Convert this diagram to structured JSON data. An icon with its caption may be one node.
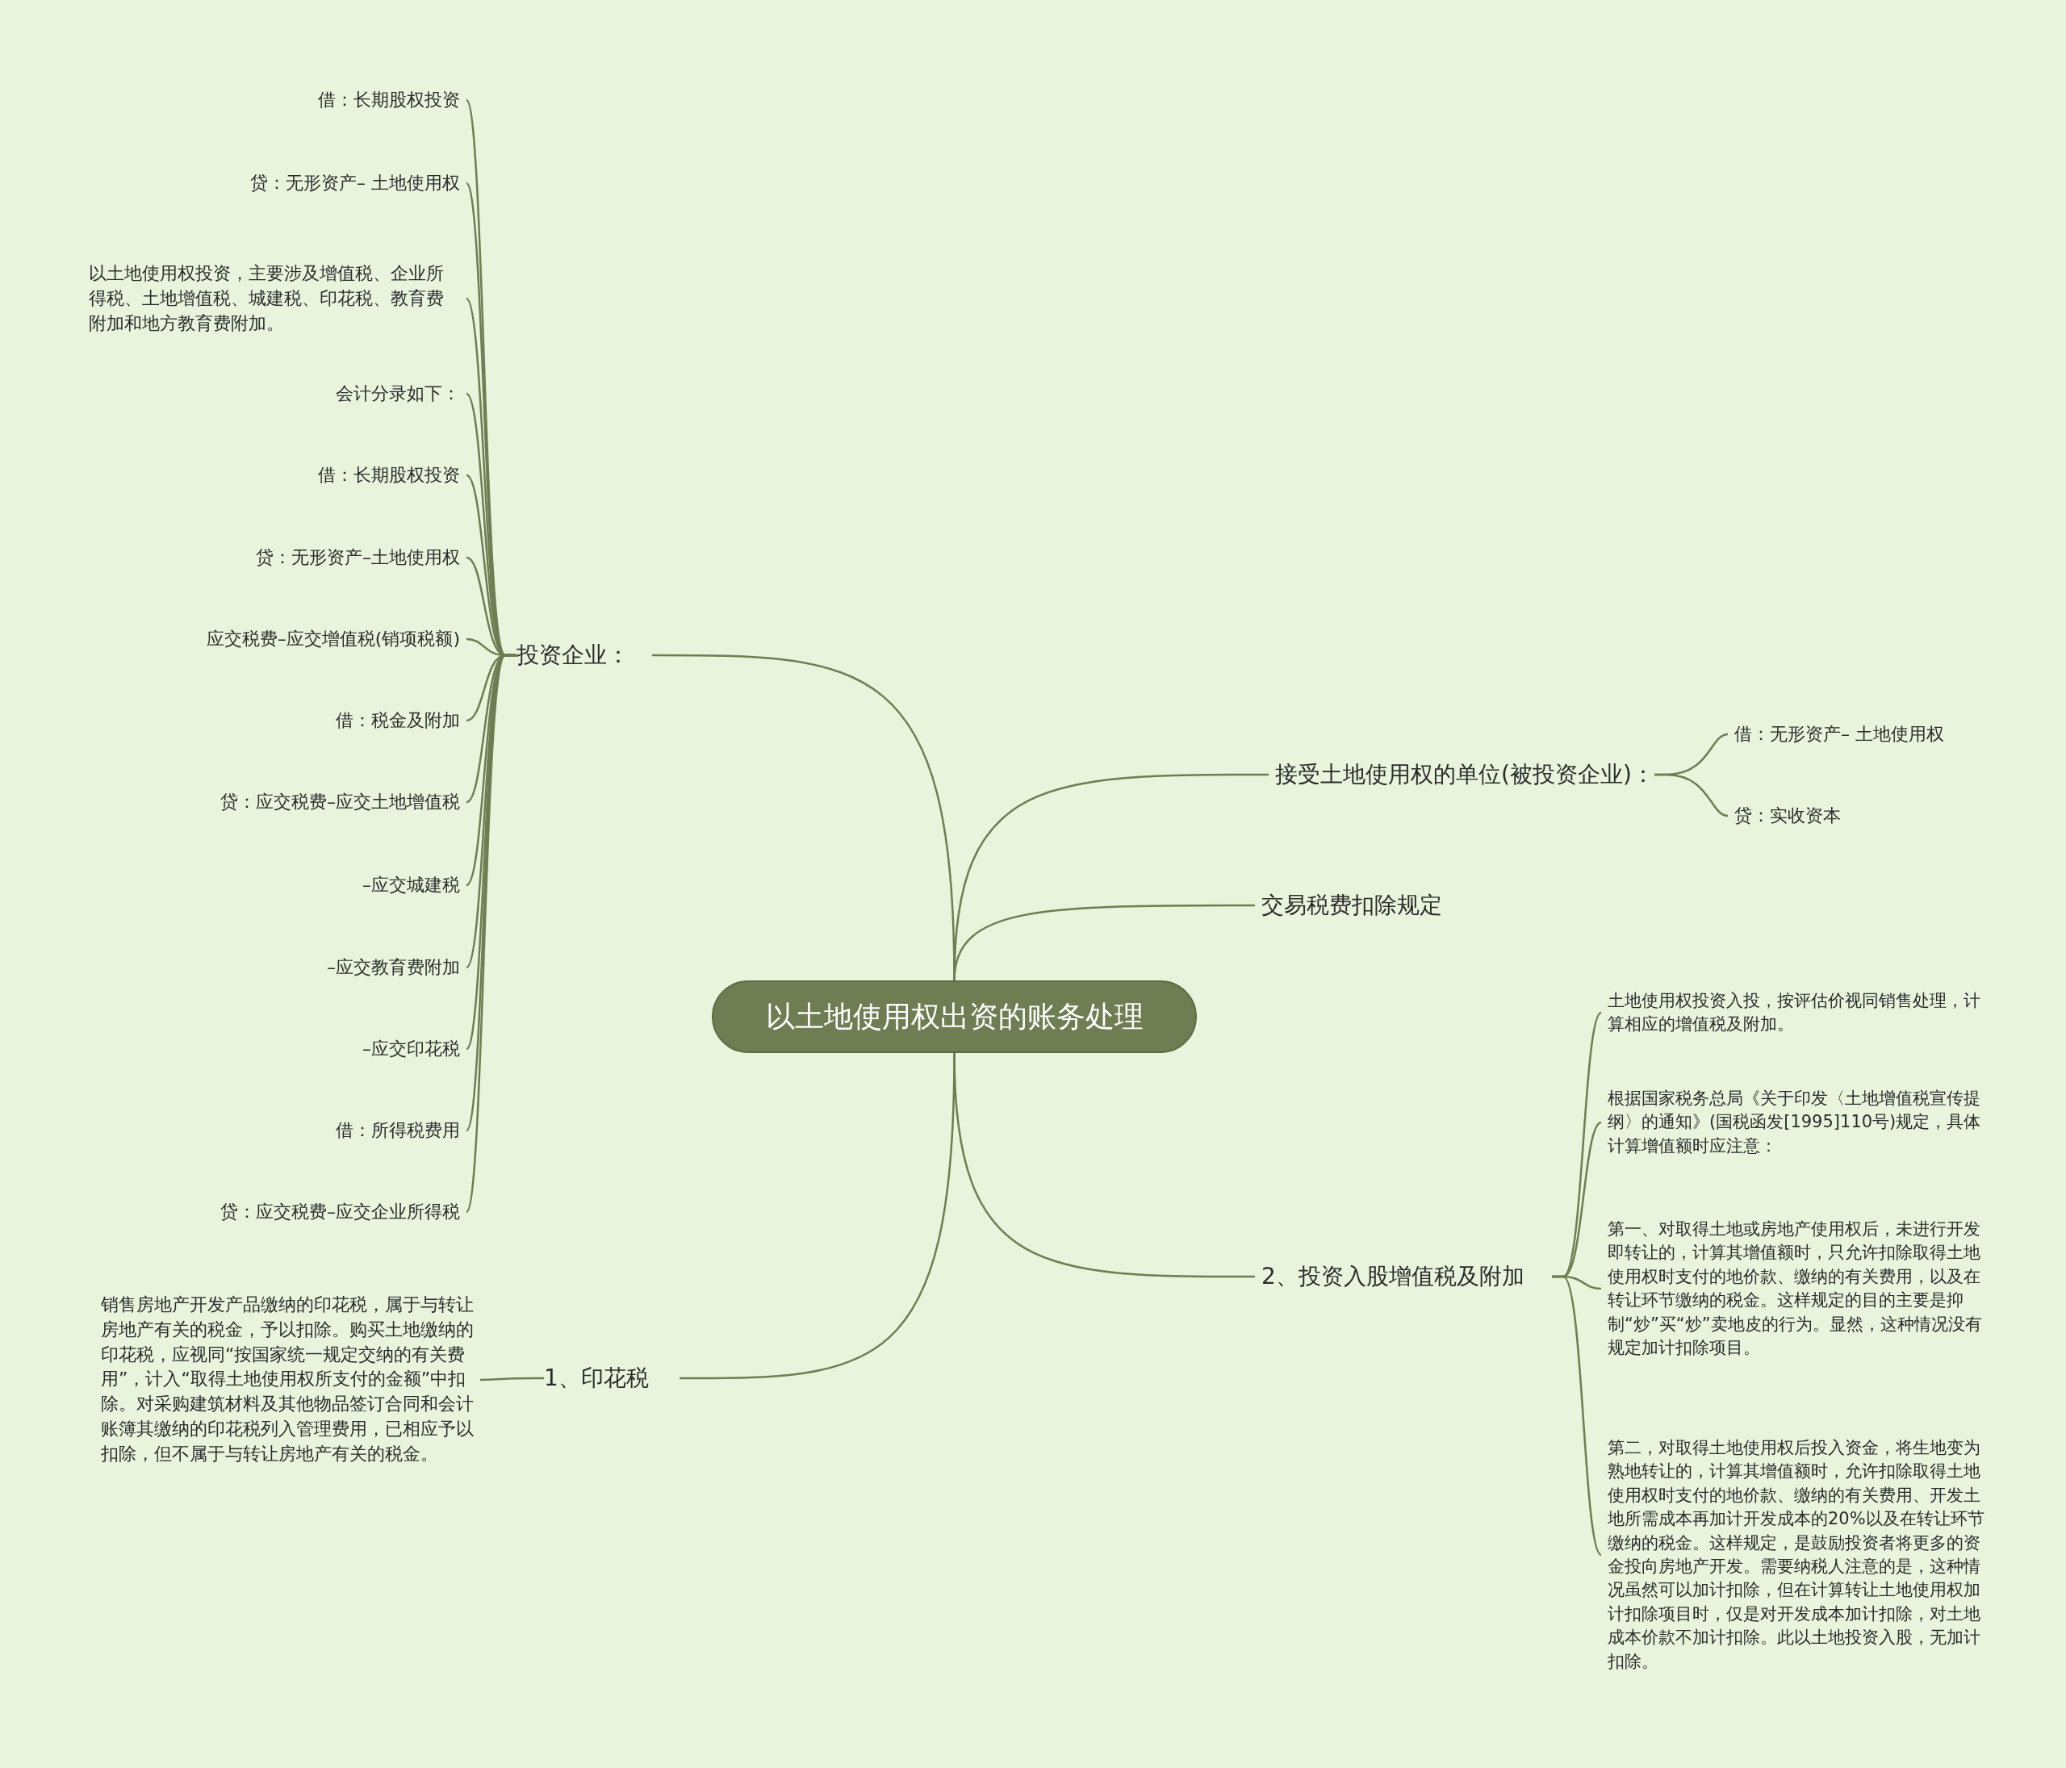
{
  "diagram": {
    "nodes": [
      {
        "text": [
          "以土地使用权出资的账务处理"
        ]
      },
      {
        "text": [
          "投资企业："
        ]
      },
      {
        "text": [
          "借：长期股权投资"
        ]
      },
      {
        "text": [
          "贷：无形资产– 土地使用权"
        ]
      },
      {
        "text": [
          "以土地使用权投资，主要涉及增值税、企业所得税、土地增值税、城建税、印花税、教育费附加和地方教育费附加。"
        ]
      },
      {
        "text": [
          "会计分录如下："
        ]
      },
      {
        "text": [
          "借：长期股权投资"
        ]
      },
      {
        "text": [
          "贷：无形资产–土地使用权"
        ]
      },
      {
        "text": [
          "应交税费–应交增值税(销项税额)"
        ]
      },
      {
        "text": [
          "借：税金及附加"
        ]
      },
      {
        "text": [
          "贷：应交税费–应交土地增值税"
        ]
      },
      {
        "text": [
          "–应交城建税"
        ]
      },
      {
        "text": [
          "–应交教育费附加"
        ]
      },
      {
        "text": [
          "–应交印花税"
        ]
      },
      {
        "text": [
          "借：所得税费用"
        ]
      },
      {
        "text": [
          "贷：应交税费–应交企业所得税"
        ]
      },
      {
        "text": [
          "接受土地使用权的单位(被投资企业)："
        ]
      },
      {
        "text": [
          "借：无形资产– 土地使用权"
        ]
      },
      {
        "text": [
          "贷：实收资本"
        ]
      },
      {
        "text": [
          "交易税费扣除规定"
        ]
      },
      {
        "text": [
          "2、投资入股增值税及附加"
        ]
      },
      {
        "text": [
          "土地使用权投资入投，按评估价视同销售处理，计算相应的增值税及附加。"
        ]
      },
      {
        "text": [
          "根据国家税务总局《关于印发〈土地增值税宣传提纲〉的通知》(国税函发[1995]110号)规定，具体计算增值额时应注意："
        ]
      },
      {
        "text": [
          "第一、对取得土地或房地产使用权后，未进行开发即转让的，计算其增值额时，只允许扣除取得土地使用权时支付的地价款、缴纳的有关费用，以及在转让环节缴纳的税金。这样规定的目的主要是抑制“炒”买“炒”卖地皮的行为。显然，这种情况没有规定加计扣除项目。"
        ]
      },
      {
        "text": [
          "第二，对取得土地使用权后投入资金，将生地变为熟地转让的，计算其增值额时，允许扣除取得土地使用权时支付的地价款、缴纳的有关费用、开发土地所需成本再加计开发成本的20%以及在转让环节缴纳的税金。这样规定，是鼓励投资者将更多的资金投向房地产开发。需要纳税人注意的是，这种情况虽然可以加计扣除，但在计算转让土地使用权加计扣除项目时，仅是对开发成本加计扣除，对土地成本价款不加计扣除。此以土地投资入股，无加计扣除。"
        ]
      },
      {
        "text": [
          "1、印花税"
        ]
      },
      {
        "text": [
          "销售房地产开发产品缴纳的印花税，属于与转让房地产有关的税金，予以扣除。购买土地缴纳的印花税，应视同“按国家统一规定交纳的有关费用”，计入“取得土地使用权所支付的金额”中扣除。对采购建筑材料及其他物品签订合同和会计账簿其缴纳的印花税列入管理费用，已相应予以扣除，但不属于与转让房地产有关的税金。"
        ]
      }
    ],
    "edges": [
      {
        "from": 0,
        "to": 1,
        "arrow": "none"
      },
      {
        "from": 1,
        "to": 2,
        "arrow": "none"
      },
      {
        "from": 1,
        "to": 3,
        "arrow": "none"
      },
      {
        "from": 1,
        "to": 4,
        "arrow": "none"
      },
      {
        "from": 1,
        "to": 5,
        "arrow": "none"
      },
      {
        "from": 1,
        "to": 6,
        "arrow": "none"
      },
      {
        "from": 1,
        "to": 7,
        "arrow": "none"
      },
      {
        "from": 1,
        "to": 8,
        "arrow": "none"
      },
      {
        "from": 1,
        "to": 9,
        "arrow": "none"
      },
      {
        "from": 1,
        "to": 10,
        "arrow": "none"
      },
      {
        "from": 1,
        "to": 11,
        "arrow": "none"
      },
      {
        "from": 1,
        "to": 12,
        "arrow": "none"
      },
      {
        "from": 1,
        "to": 13,
        "arrow": "none"
      },
      {
        "from": 1,
        "to": 14,
        "arrow": "none"
      },
      {
        "from": 1,
        "to": 15,
        "arrow": "none"
      },
      {
        "from": 0,
        "to": 16,
        "arrow": "none"
      },
      {
        "from": 16,
        "to": 17,
        "arrow": "none"
      },
      {
        "from": 16,
        "to": 18,
        "arrow": "none"
      },
      {
        "from": 0,
        "to": 19,
        "arrow": "none"
      },
      {
        "from": 0,
        "to": 20,
        "arrow": "none"
      },
      {
        "from": 20,
        "to": 21,
        "arrow": "none"
      },
      {
        "from": 20,
        "to": 22,
        "arrow": "none"
      },
      {
        "from": 20,
        "to": 23,
        "arrow": "none"
      },
      {
        "from": 20,
        "to": 24,
        "arrow": "none"
      },
      {
        "from": 0,
        "to": 25,
        "arrow": "none"
      },
      {
        "from": 25,
        "to": 26,
        "arrow": "none"
      }
    ]
  }
}
